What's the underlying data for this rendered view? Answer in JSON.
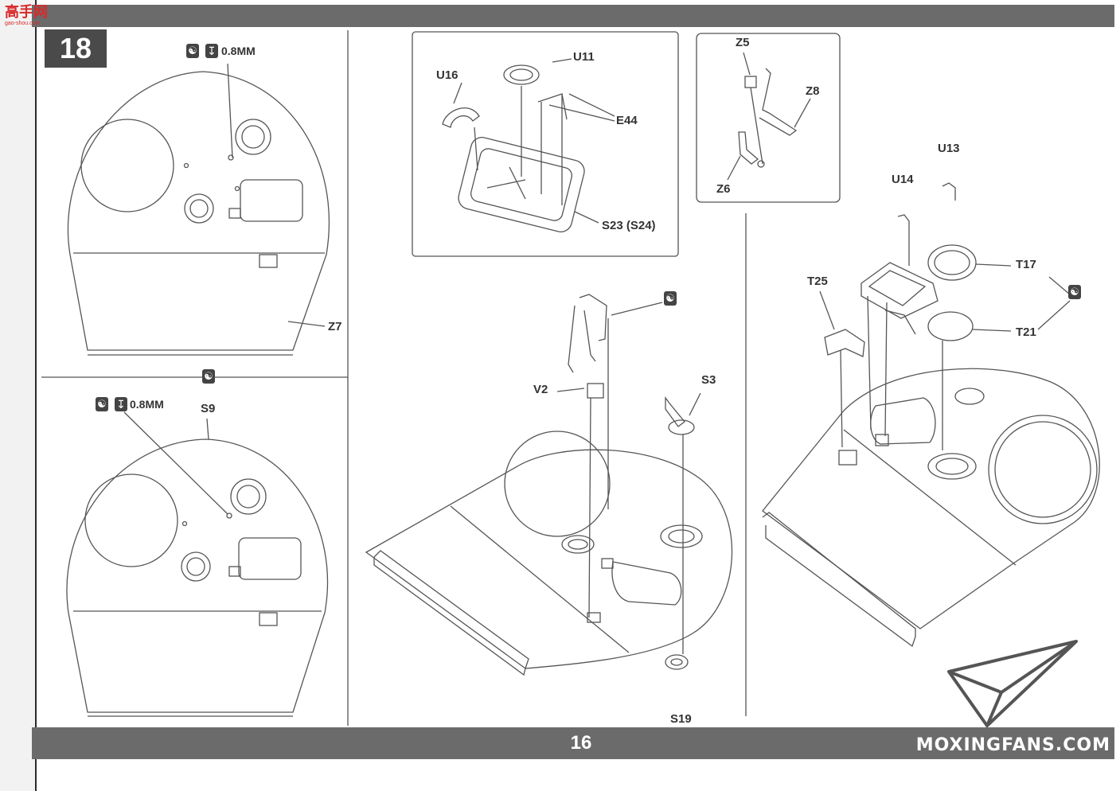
{
  "watermark": {
    "brand_cn": "高手网",
    "url": "gao-shou.com"
  },
  "step_number": "18",
  "page_number": "16",
  "footer_brand": "MOXINGFANS.COM",
  "thickness_label": "0.8MM",
  "icons": {
    "glue": "glue-icon",
    "drill": "drill-icon",
    "logo": "paper-plane-logo"
  },
  "labels": {
    "z7": "Z7",
    "s9": "S9",
    "u16": "U16",
    "u11": "U11",
    "e44": "E44",
    "s23": "S23 (S24)",
    "z5": "Z5",
    "z8": "Z8",
    "z6": "Z6",
    "v2": "V2",
    "s3": "S3",
    "s19": "S19",
    "u13": "U13",
    "u14": "U14",
    "t25": "T25",
    "t17": "T17",
    "t21": "T21"
  }
}
